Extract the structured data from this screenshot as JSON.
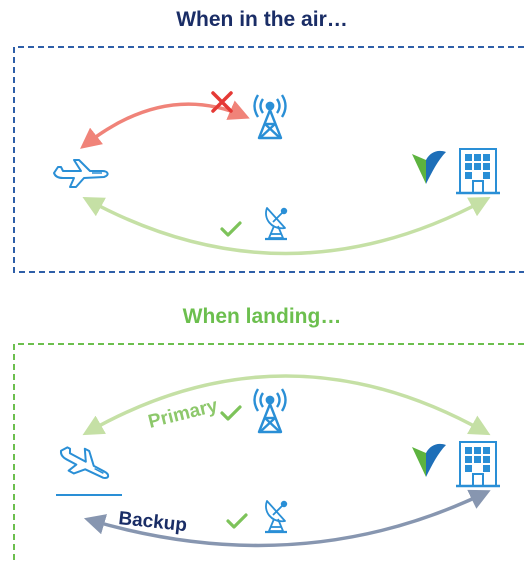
{
  "panels": [
    {
      "title": "When in the air…",
      "title_color": "#1a2d66",
      "border_color": "#2e5fa8",
      "links": [
        {
          "via": "tower-icon",
          "status": "failed",
          "status_icon": "cross-icon",
          "color": "#f08379"
        },
        {
          "via": "satellite-dish-icon",
          "status": "ok",
          "status_icon": "check-icon",
          "color": "#c5e0a5"
        }
      ]
    },
    {
      "title": "When landing…",
      "title_color": "#6cbf4e",
      "border_color": "#6cbf4e",
      "links": [
        {
          "label": "Primary",
          "via": "tower-icon",
          "status": "ok",
          "status_icon": "check-icon",
          "color": "#c5e0a5",
          "label_color": "#8dc86b"
        },
        {
          "label": "Backup",
          "via": "satellite-dish-icon",
          "status": "ok",
          "status_icon": "check-icon",
          "color": "#8796b0",
          "label_color": "#1a2d66"
        }
      ]
    }
  ],
  "colors": {
    "icon_blue": "#2a8fd6",
    "logo_green": "#5db33f",
    "logo_blue": "#1e6fb8",
    "check_green": "#7dc35a",
    "cross_red": "#e53935"
  }
}
